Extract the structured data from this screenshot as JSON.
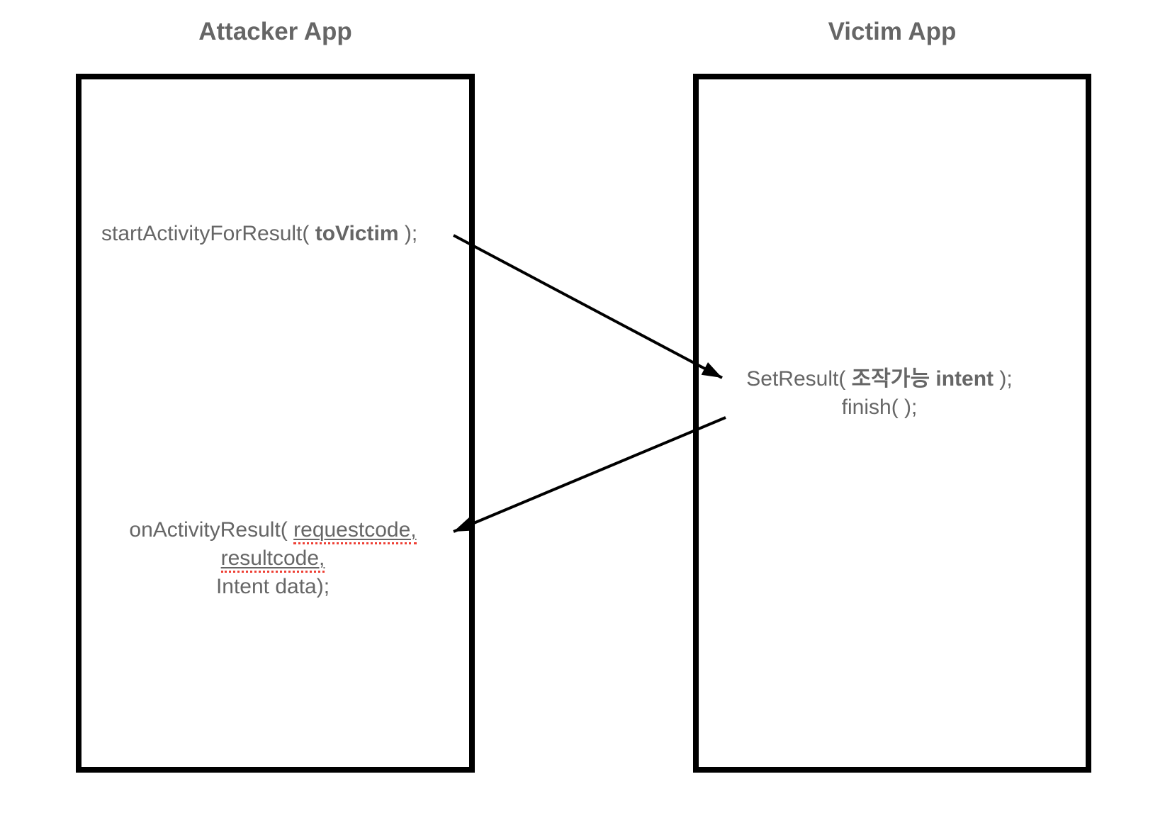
{
  "colors": {
    "background": "#ffffff",
    "text": "#666666",
    "box_border": "#000000",
    "arrow": "#000000",
    "spellcheck_underline": "#ee4035"
  },
  "attacker": {
    "title": "Attacker App",
    "start_call": {
      "prefix": "startActivityForResult( ",
      "bold_arg": "toVictim",
      "suffix": " );"
    },
    "result_callback": {
      "line1_prefix": "onActivityResult( ",
      "line1_arg": "requestcode,",
      "line2_arg": "resultcode,",
      "line3": "Intent data);"
    }
  },
  "victim": {
    "title": "Victim App",
    "set_result_call": {
      "prefix": "SetResult( ",
      "bold_arg": "조작가능 intent",
      "suffix": " );"
    },
    "finish_call": "finish( );"
  }
}
